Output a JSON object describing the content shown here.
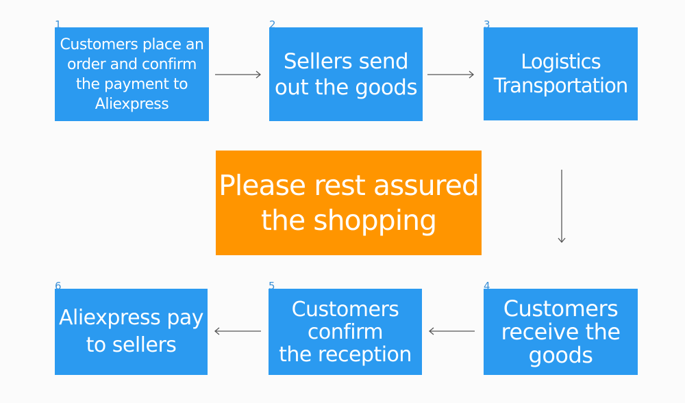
{
  "steps": [
    {
      "number": "1",
      "text": "Customers place an\norder and confirm\nthe payment to\nAliexpress"
    },
    {
      "number": "2",
      "text": "Sellers send\nout the goods"
    },
    {
      "number": "3",
      "text": "Logistics\nTransportation"
    },
    {
      "number": "4",
      "text": "Customers\nreceive the\ngoods"
    },
    {
      "number": "5",
      "text": "Customers\nconfirm\nthe reception"
    },
    {
      "number": "6",
      "text": "Aliexpress pay\nto sellers"
    }
  ],
  "center_message": "Please rest assured\nthe shopping",
  "colors": {
    "step_box": "#2b9af0",
    "center_box": "#ff9500",
    "arrow": "#555555"
  }
}
